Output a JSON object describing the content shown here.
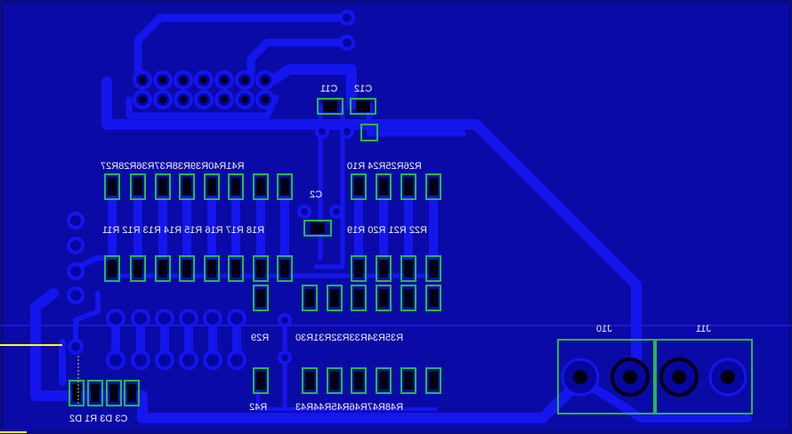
{
  "colors": {
    "board": "#0b0b82",
    "pour": "#0a0aa8",
    "trace": "#1111e6",
    "pad": "#0606a0",
    "pad_dark": "#000010",
    "silk_green": "#22bb44",
    "silk_white": "#f2f2f2",
    "edge": "#ffff00"
  },
  "labels": {
    "c11": "C11",
    "c12": "C12",
    "c2": "C2",
    "row_top_left": "R41R40R39R38R37R36R28R27",
    "row_top_right": "R26R25R24 R10",
    "row_mid_left": "R18 R17 R16 R15 R14 R13 R12 R11",
    "row_mid_right": "R22 R21 R20 R19",
    "r29": "R29",
    "row_low_right": "R35R34R33R32R31R30",
    "r42": "R42",
    "row_bottom_right": "R48R47R46R45R44R43",
    "row_bottom_left": "C3 D3 R1 D2",
    "j10": "J10",
    "j11": "J11"
  }
}
